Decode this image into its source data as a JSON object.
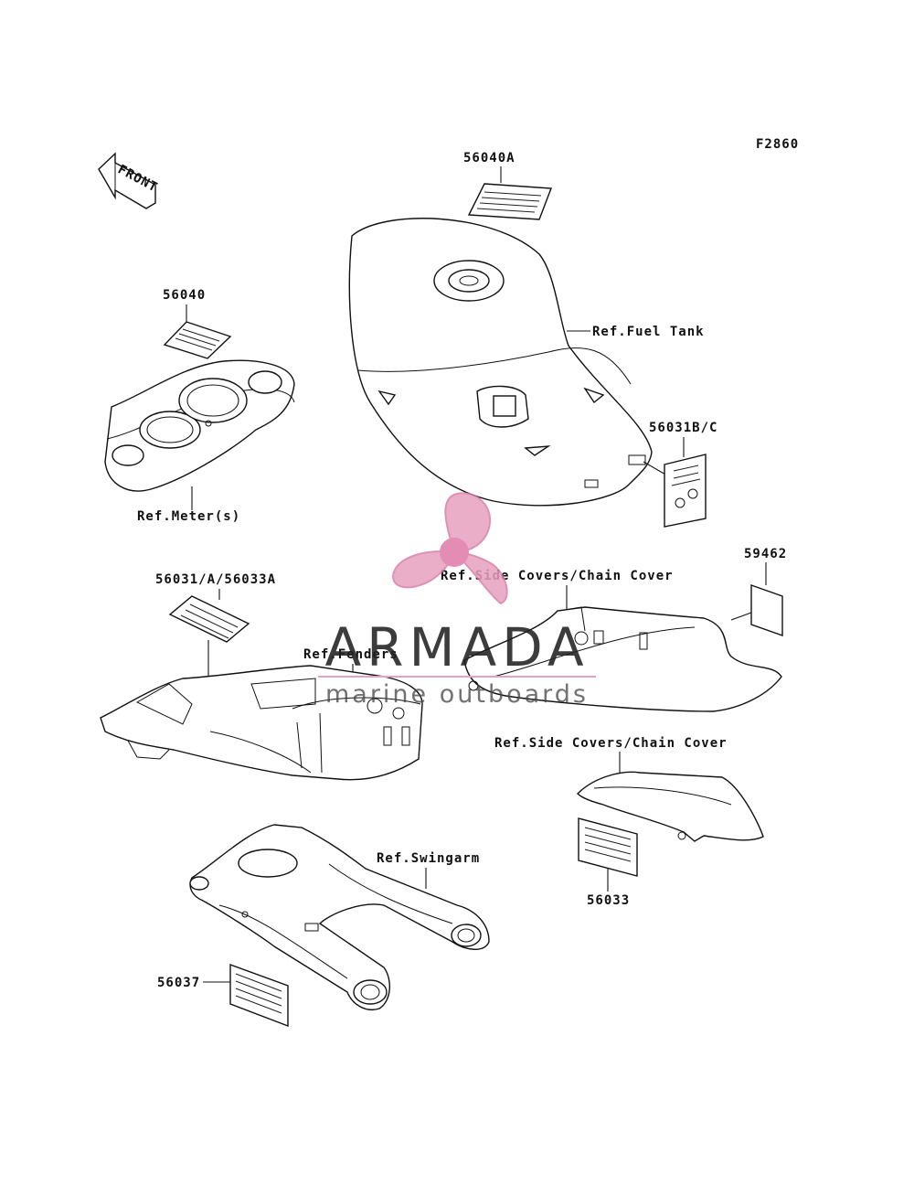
{
  "diagram": {
    "code": "F2860",
    "front_label": "FRONT",
    "labels": {
      "p56040A": "56040A",
      "p56040": "56040",
      "fuel_tank": "Ref.Fuel Tank",
      "p56031BC": "56031B/C",
      "meters": "Ref.Meter(s)",
      "p59462": "59462",
      "p56031_group": "56031/A/56033A",
      "side_covers_1": "Ref.Side Covers/Chain Cover",
      "fenders": "Ref.Fenders",
      "side_covers_2": "Ref.Side Covers/Chain Cover",
      "swingarm": "Ref.Swingarm",
      "p56033": "56033",
      "p56037": "56037"
    }
  },
  "watermark": {
    "brand": "ARMADA",
    "tagline": "marine outboards",
    "color": "#e8a0c0"
  }
}
